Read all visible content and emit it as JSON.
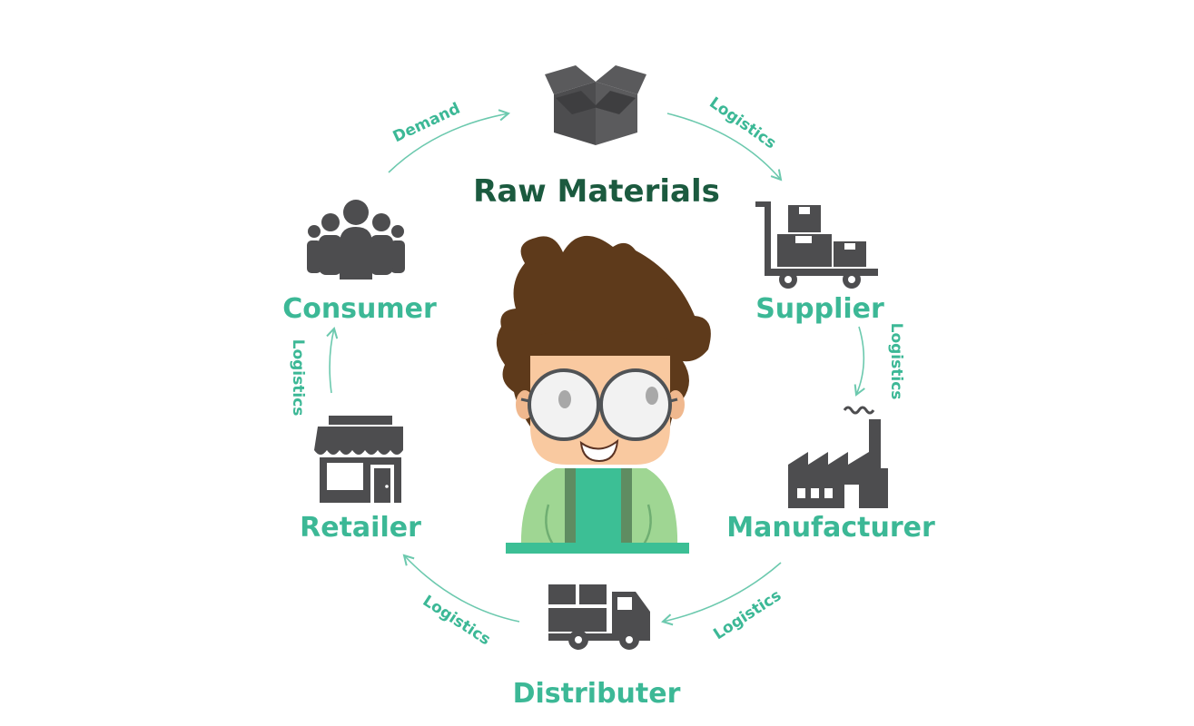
{
  "nodes": {
    "raw_materials": {
      "label": "Raw Materials",
      "icon": "open-box-icon"
    },
    "supplier": {
      "label": "Supplier",
      "icon": "hand-truck-icon"
    },
    "manufacturer": {
      "label": "Manufacturer",
      "icon": "factory-icon"
    },
    "distributer": {
      "label": "Distributer",
      "icon": "delivery-truck-icon"
    },
    "retailer": {
      "label": "Retailer",
      "icon": "storefront-icon"
    },
    "consumer": {
      "label": "Consumer",
      "icon": "people-group-icon"
    }
  },
  "edges": {
    "consumer_to_raw": "Demand",
    "raw_to_supplier": "Logistics",
    "supplier_to_manufacturer": "Logistics",
    "manufacturer_to_distributer": "Logistics",
    "distributer_to_retailer": "Logistics",
    "retailer_to_consumer": "Logistics"
  },
  "center": {
    "icon": "cartoon-character-with-glasses"
  },
  "colors": {
    "label": "#3cb896",
    "title": "#1b5a3f",
    "icon": "#4d4d4f",
    "arrow": "#6cc9ae",
    "hair": "#5e3a1b",
    "skin": "#f9c9a0",
    "shirt": "#9fd693",
    "vest": "#3cbf95"
  }
}
